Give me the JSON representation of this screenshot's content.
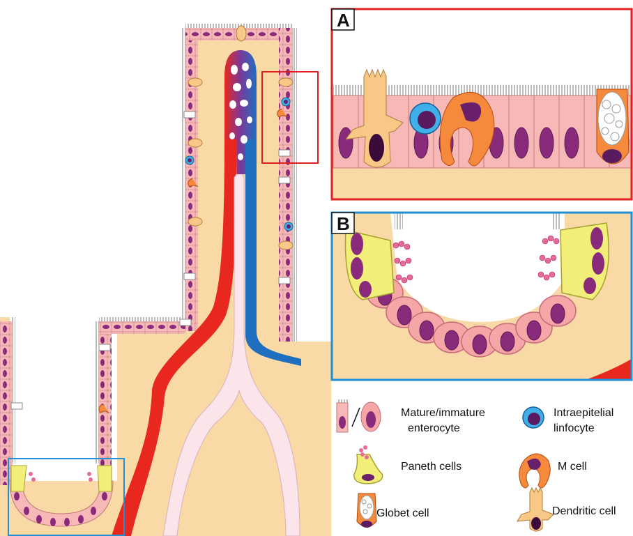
{
  "panels": {
    "a": {
      "letter": "A",
      "border_color": "#e02020"
    },
    "b": {
      "letter": "B",
      "border_color": "#1f8fd6"
    }
  },
  "legend": {
    "enterocyte": {
      "label_line1": "Mature/immature",
      "label_line2": "enterocyte"
    },
    "iel": {
      "label_line1": "Intraepitelial",
      "label_line2": "linfocyte"
    },
    "paneth": {
      "label": "Paneth cells"
    },
    "m_cell": {
      "label": "M cell"
    },
    "globet": {
      "label": "Globet cell"
    },
    "dendritic": {
      "label": "Dendritic cell"
    }
  },
  "colors": {
    "lamina_propria": "#f9d9a6",
    "enterocyte": "#f7b9b8",
    "nucleus": "#8a2a7a",
    "artery": "#e8281e",
    "vein": "#1f6fc0",
    "lymphatic": "#fbe4ea",
    "paneth": "#f1ef7a",
    "m_cell": "#f58a3c",
    "iel": "#3fb0e8"
  }
}
